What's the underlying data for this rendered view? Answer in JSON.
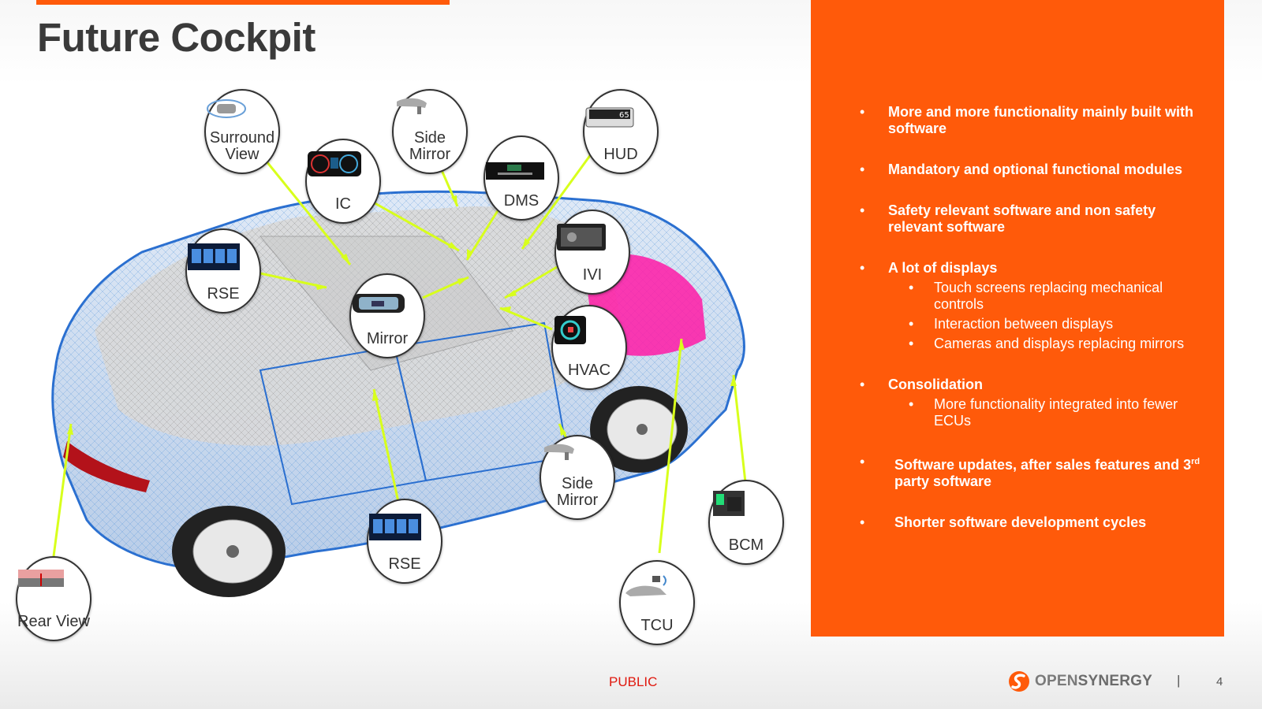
{
  "slide": {
    "title": "Future Cockpit",
    "footer": {
      "classification": "PUBLIC",
      "brand_prefix": "OPEN",
      "brand_suffix": "SYNERGY",
      "separator": "|",
      "page_number": "4"
    },
    "colors": {
      "accent": "#ff5a0a",
      "callout_line": "#d8ff1c",
      "public_label": "#e0190f"
    }
  },
  "callouts": {
    "surround_view": "Surround View",
    "side_mirror_top": "Side Mirror",
    "hud": "HUD",
    "ic": "IC",
    "dms": "DMS",
    "rse_left": "RSE",
    "ivi": "IVI",
    "mirror": "Mirror",
    "hvac": "HVAC",
    "side_mirror_bottom": "Side Mirror",
    "bcm": "BCM",
    "rse_bottom": "RSE",
    "tcu": "TCU",
    "rear_view": "Rear View"
  },
  "bullets": [
    {
      "text": "More and more functionality  mainly built with software"
    },
    {
      "text": "Mandatory and optional functional modules"
    },
    {
      "text": "Safety relevant software and non safety relevant software"
    },
    {
      "text": "A lot of displays",
      "sub": [
        "Touch screens replacing mechanical controls",
        "Interaction between displays",
        "Cameras and displays replacing mirrors"
      ]
    },
    {
      "text": "Consolidation",
      "sub": [
        "More functionality integrated into fewer ECUs"
      ]
    },
    {
      "text_before": "Software updates, after sales features and 3",
      "sup": "rd",
      "text_after": " party software"
    },
    {
      "text": "Shorter software development cycles"
    }
  ]
}
